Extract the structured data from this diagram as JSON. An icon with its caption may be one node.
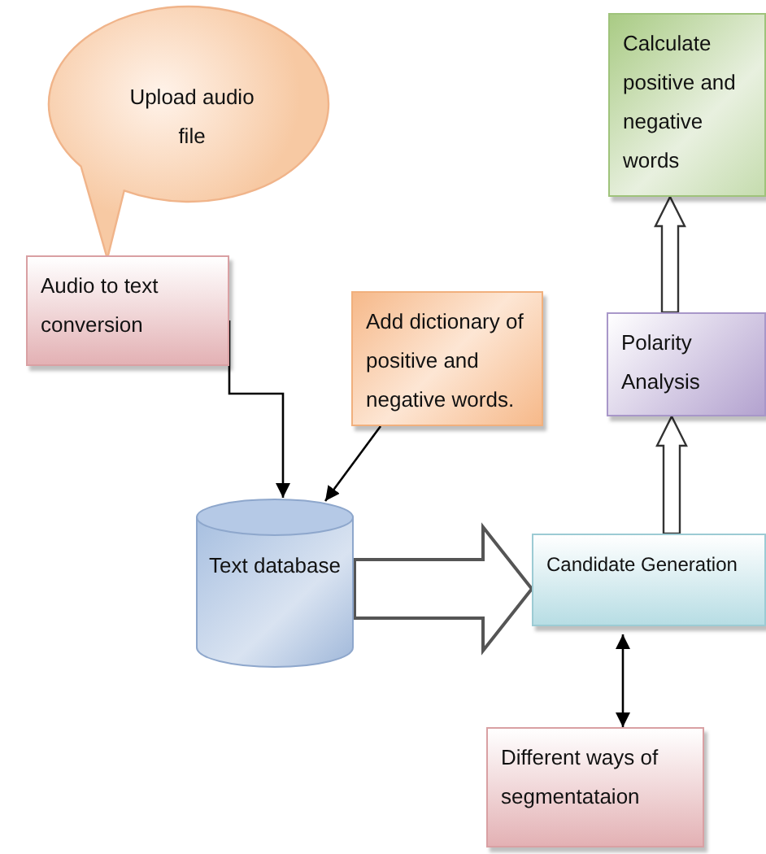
{
  "diagram": {
    "nodes": [
      {
        "text": [
          "Upload audio file"
        ]
      },
      {
        "text": [
          "Audio to text conversion"
        ]
      },
      {
        "text": [
          "Add dictionary of positive and negative words."
        ]
      },
      {
        "text": [
          "Text database"
        ]
      },
      {
        "text": [
          "Candidate Generation"
        ]
      },
      {
        "text": [
          "Polarity Analysis"
        ]
      },
      {
        "text": [
          "Calculate positive and negative words"
        ]
      },
      {
        "text": [
          "Different ways of segmentataion"
        ]
      }
    ],
    "edges": [
      {
        "from": 1,
        "to": 3,
        "arrow": "to"
      },
      {
        "from": 2,
        "to": 3,
        "arrow": "to"
      },
      {
        "from": 3,
        "to": 4,
        "arrow": "to",
        "style": "thick"
      },
      {
        "from": 4,
        "to": 5,
        "arrow": "to",
        "style": "thick"
      },
      {
        "from": 5,
        "to": 6,
        "arrow": "to",
        "style": "thick"
      },
      {
        "from": 4,
        "to": 7,
        "arrow": "both"
      }
    ]
  }
}
